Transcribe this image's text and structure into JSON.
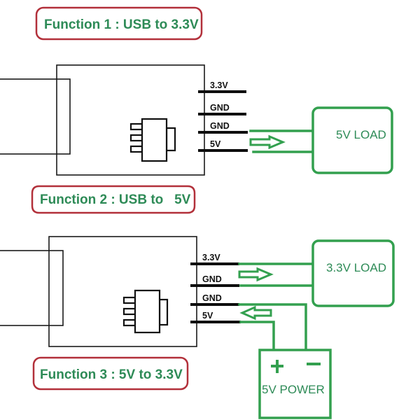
{
  "colors": {
    "label_text": "#2e8b57",
    "label_border": "#b2303a",
    "wire": "#33a04f",
    "pin": "#0d0d0d"
  },
  "functions": [
    {
      "label": "Function 1 : USB to 3.3V",
      "pins": [
        "3.3V",
        "GND",
        "GND",
        "5V"
      ]
    },
    {
      "label": "Function 2 : USB to   5V",
      "pins": [
        "3.3V",
        "GND",
        "GND",
        "5V"
      ],
      "load_label": "5V LOAD",
      "flow_direction": "out"
    },
    {
      "label": "Function 3 : 5V to 3.3V",
      "pins": [
        "3.3V",
        "GND",
        "GND",
        "5V"
      ],
      "load_label": "3.3V LOAD",
      "power_label": "5V POWER",
      "power_plus": "+",
      "power_minus": "−",
      "flow_in_direction": "in",
      "flow_out_direction": "out"
    }
  ]
}
